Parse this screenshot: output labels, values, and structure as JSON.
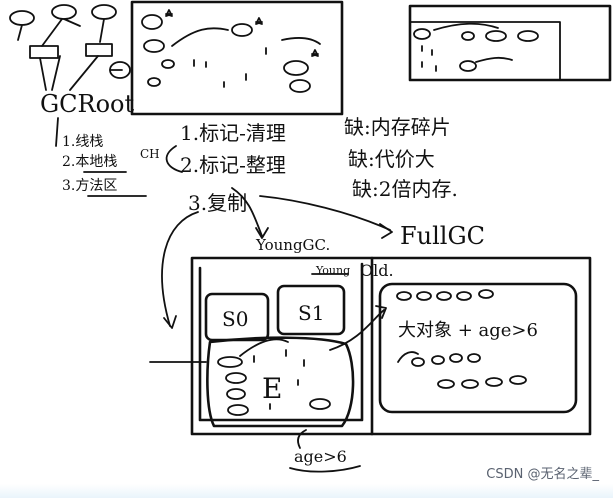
{
  "diagram": {
    "gc_root": "GCRoot",
    "gc_root_list": [
      "1.线栈",
      "2.本地栈",
      "3.方法区"
    ],
    "gc_root_list_note": "CH",
    "algorithms": [
      "1.标记-清理",
      "2.标记-整理",
      "3.复制"
    ],
    "drawbacks": [
      "缺:内存碎片",
      "缺:代价大",
      "缺:2倍内存."
    ],
    "young_gc": "YoungGC.",
    "full_gc": "FullGC",
    "heap": {
      "young_label": "Young",
      "old_label": "Old.",
      "survivor0": "S0",
      "survivor1": "S1",
      "eden": "E",
      "old_note": "大对象 + age>6",
      "age_note": "age>6"
    }
  },
  "watermark": "CSDN @无名之辈_"
}
